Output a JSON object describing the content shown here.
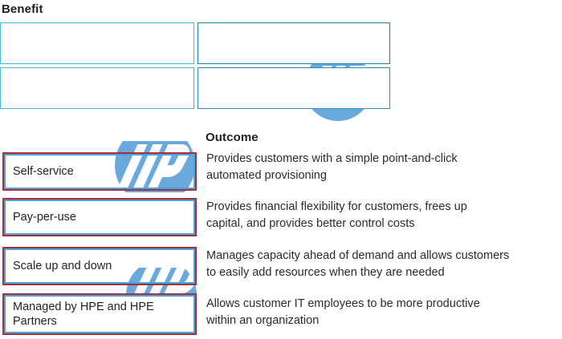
{
  "headers": {
    "benefit": "Benefit",
    "outcome": "Outcome"
  },
  "colors": {
    "border_blue_light": "#46b4e3",
    "border_blue": "#3fa9dd",
    "border_red": "#b02a3a",
    "watermark_blue": "#6aa9dd",
    "text": "#231f20",
    "background": "#ffffff"
  },
  "top_grid": {
    "rows": [
      {
        "cells": [
          {
            "text": ""
          },
          {
            "text": ""
          }
        ]
      },
      {
        "cells": [
          {
            "text": ""
          },
          {
            "text": ""
          }
        ]
      }
    ]
  },
  "benefits": [
    {
      "label": "Self-service"
    },
    {
      "label": "Pay-per-use"
    },
    {
      "label": "Scale up and down"
    },
    {
      "label": "Managed by HPE and HPE Partners"
    }
  ],
  "outcomes": [
    {
      "lines": [
        "Provides customers with a simple point-and-click",
        "automated provisioning"
      ]
    },
    {
      "lines": [
        "Provides financial flexibility for customers, frees up",
        "capital, and provides better control costs"
      ]
    },
    {
      "lines": [
        "Manages capacity ahead of demand and allows customers",
        "to easily add resources when they are needed"
      ]
    },
    {
      "lines": [
        "Allows customer IT employees to be more productive",
        "within an organization"
      ]
    }
  ],
  "watermarks": [
    {
      "name": "hp-logo-watermark-top",
      "label": "hp"
    },
    {
      "name": "hp-logo-watermark-middle",
      "label": "hp"
    },
    {
      "name": "hp-logo-watermark-bottom",
      "label": "hp"
    }
  ]
}
